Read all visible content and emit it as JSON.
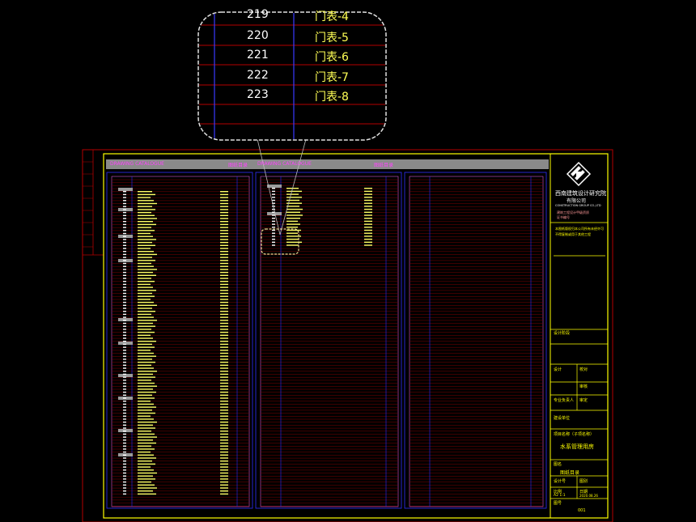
{
  "zoom": {
    "rows": [
      {
        "num": "219",
        "label": "门表-4"
      },
      {
        "num": "220",
        "label": "门表-5"
      },
      {
        "num": "221",
        "label": "门表-6"
      },
      {
        "num": "222",
        "label": "门表-7"
      },
      {
        "num": "223",
        "label": "门表-8"
      }
    ]
  },
  "sheet": {
    "header_left": "DRAWING CATALOGUE",
    "header_mid_a": "图纸目录",
    "header_mid_b": "DRAWING CATALOGUE",
    "header_right": "图纸目录"
  },
  "title_block": {
    "company_cn": "西南建筑设计研究院",
    "company_cn2": "有限公司",
    "company_en": "CONSTRUCTION GROUP CO.,LTD",
    "cert_line1": "建筑工程设计甲级资质",
    "cert_line2": "证书编号",
    "notes_line1": "本图纸版权归本公司所有未经许可",
    "notes_line2": "不得复制或用于其他工程",
    "sign_header": "设计阶段",
    "design": "设计",
    "check": "校对",
    "review": "审核",
    "approve": "审定",
    "leader": "专业负责人",
    "owner": "建设单位",
    "project_label": "项目名称（子项名称）",
    "project_name": "水系管理用房",
    "drawing_label": "图名",
    "drawing_name": "图纸目录",
    "design_no_label": "设计号",
    "design_no_val": "",
    "drawing_no_label": "图别",
    "scale_label": "比例",
    "scale_val": "A2 1:1",
    "date_label": "日期",
    "date_val": "2020.08.26",
    "sheet_no_label": "图号",
    "sheet_no": "001"
  },
  "colors": {
    "yellow": "#ffff00",
    "red": "#b40000",
    "blue": "#2a2aff",
    "magenta": "#ff44ff",
    "gray_bar": "#8a8a8a"
  }
}
